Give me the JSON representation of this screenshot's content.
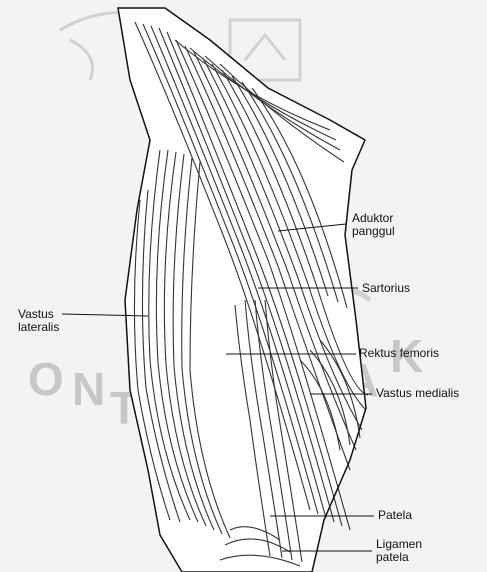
{
  "diagram": {
    "labels": {
      "aduktor": {
        "line1": "Aduktor",
        "line2": "panggul"
      },
      "sartorius": "Sartorius",
      "vastus_lateralis": {
        "line1": "Vastus",
        "line2": "lateralis"
      },
      "rektus_femoris": "Rektus femoris",
      "vastus_medialis": "Vastus medialis",
      "patela": "Patela",
      "ligamen_patela": {
        "line1": "Ligamen",
        "line2": "patela"
      }
    }
  },
  "watermark": {
    "arc_text": "ONTIANAK",
    "color": "#b7b7b7"
  },
  "colors": {
    "ink": "#111111",
    "paper": "#f4f3f1"
  }
}
